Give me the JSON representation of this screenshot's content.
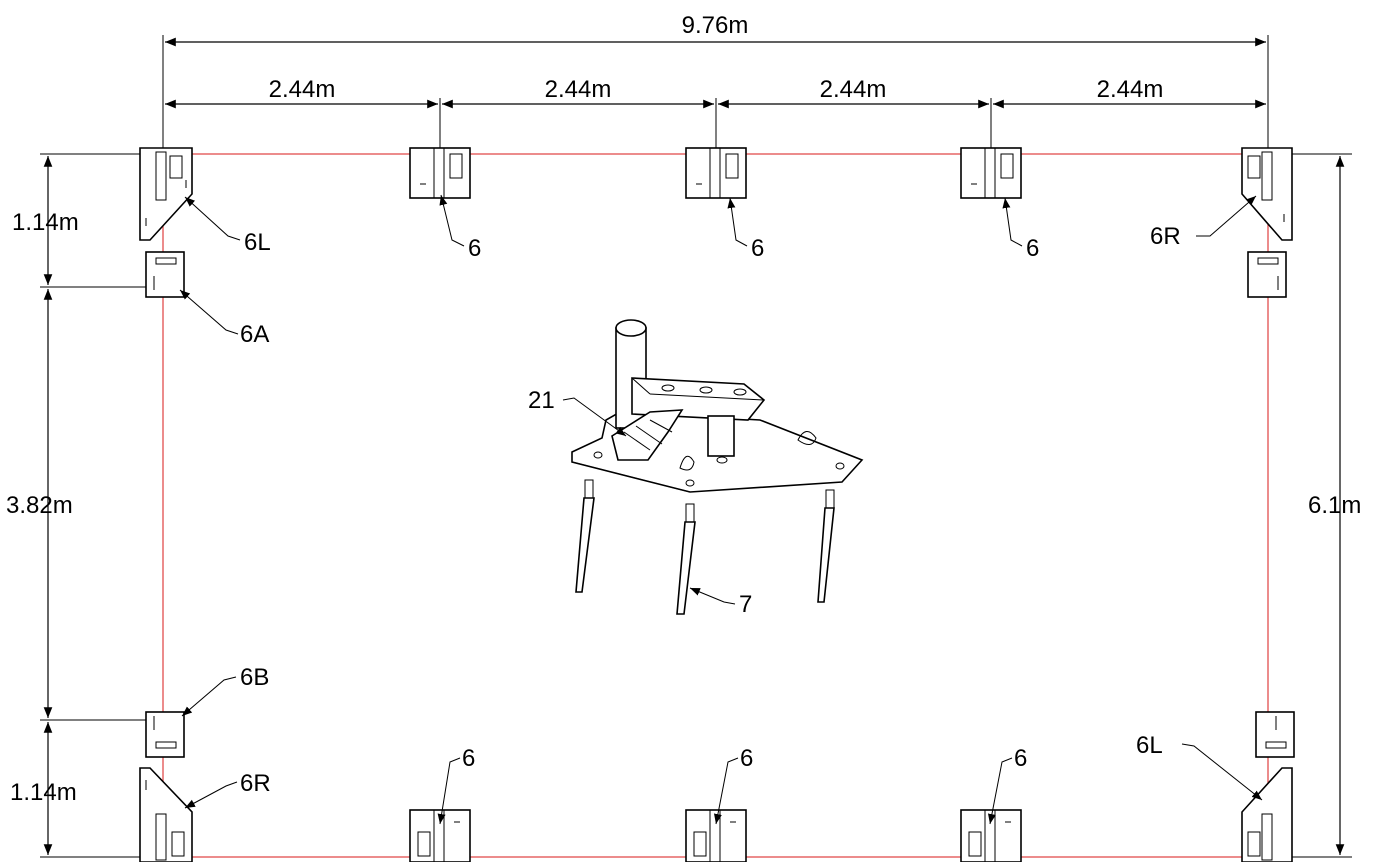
{
  "dimensions": {
    "total_width": "9.76m",
    "segment_1": "2.44m",
    "segment_2": "2.44m",
    "segment_3": "2.44m",
    "segment_4": "2.44m",
    "left_top": "1.14m",
    "left_middle": "3.82m",
    "left_bottom": "1.14m",
    "right_total": "6.1m"
  },
  "labels": {
    "top_left_bracket": "6L",
    "top_mid_1": "6",
    "top_mid_2": "6",
    "top_mid_3": "6",
    "top_right_bracket": "6R",
    "left_upper_plate": "6A",
    "left_lower_plate": "6B",
    "bottom_left_bracket": "6R",
    "bottom_mid_1": "6",
    "bottom_mid_2": "6",
    "bottom_mid_3": "6",
    "bottom_right_bracket": "6L",
    "anchor_assembly": "21",
    "anchor_bolt": "7"
  }
}
